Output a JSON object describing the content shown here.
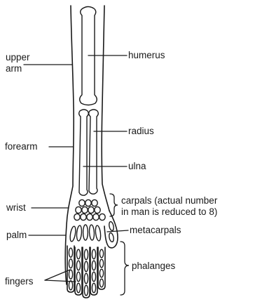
{
  "labels": {
    "upper_arm": [
      "upper",
      "arm"
    ],
    "forearm": "forearm",
    "wrist": "wrist",
    "palm": "palm",
    "fingers": "fingers",
    "humerus": "humerus",
    "radius": "radius",
    "ulna": "ulna",
    "carpals": [
      "carpals (actual number",
      "in man is reduced to 8)"
    ],
    "metacarpals": "metacarpals",
    "phalanges": "phalanges"
  }
}
